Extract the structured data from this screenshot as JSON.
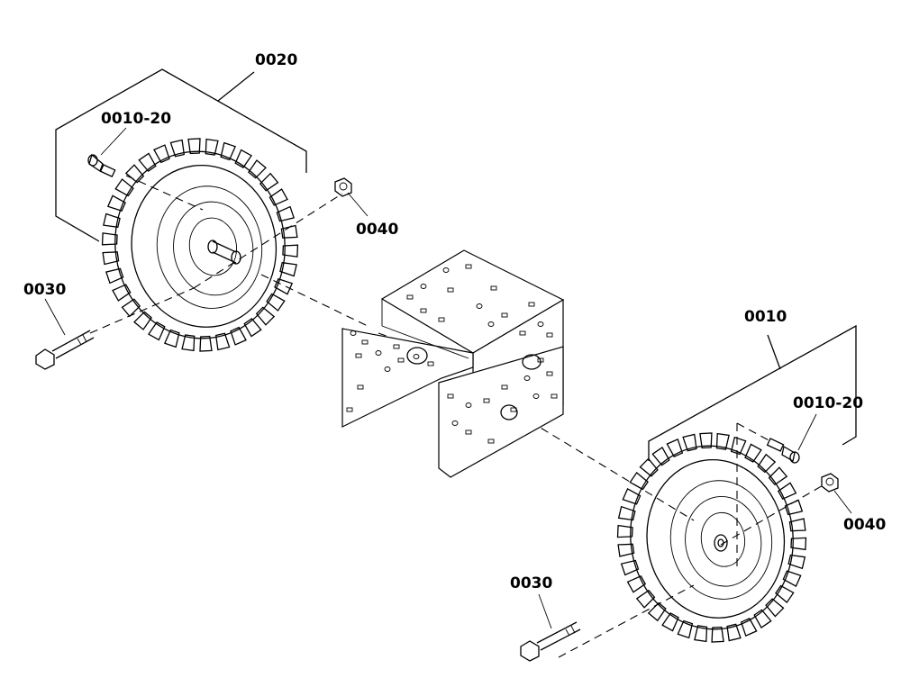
{
  "labels": {
    "wheel_assembly_left": "0020",
    "wheel_assembly_right": "0010",
    "pin_left": "0010-20",
    "pin_right": "0010-20",
    "nut_left": "0040",
    "nut_right": "0040",
    "bolt_left": "0030",
    "bolt_right": "0030"
  }
}
